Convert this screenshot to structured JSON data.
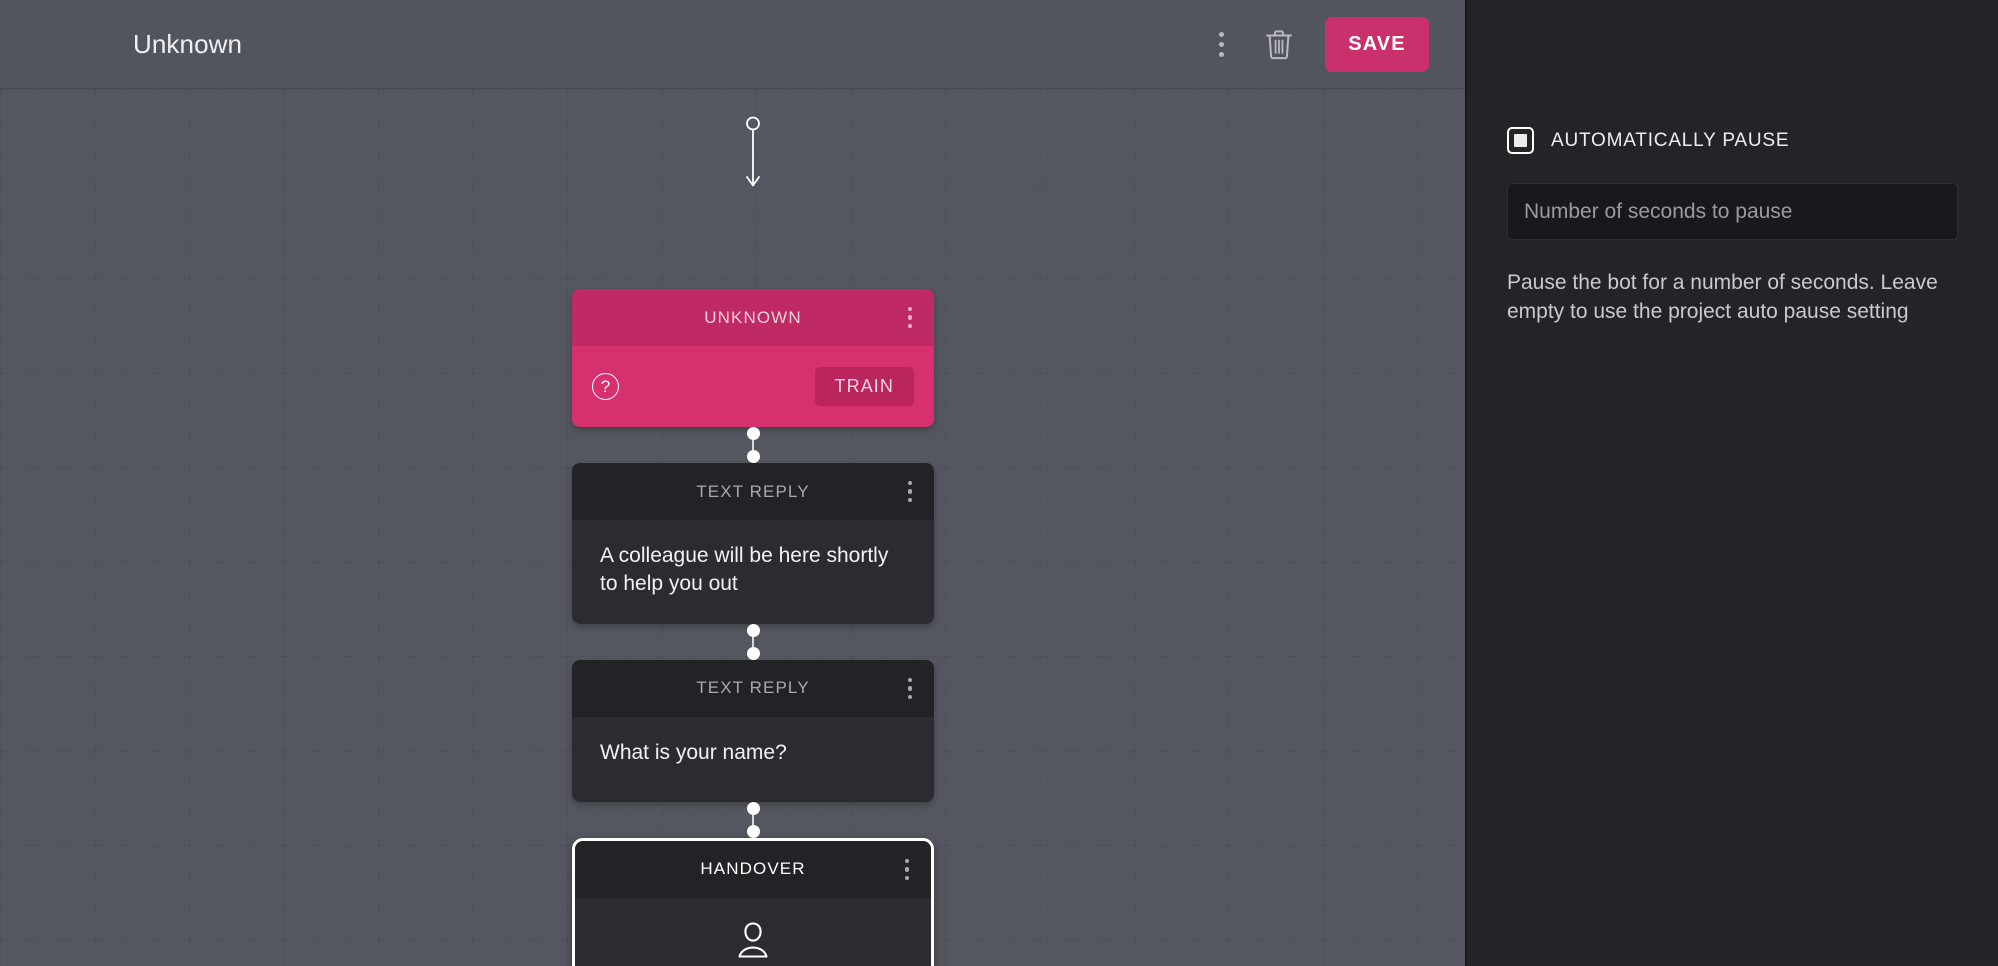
{
  "header": {
    "title": "Unknown",
    "menu_icon": "kebab-menu-icon",
    "delete_icon": "trash-icon",
    "save_label": "SAVE"
  },
  "canvas": {
    "entry_arrow": "flow-entry-arrow"
  },
  "flow": {
    "nodes": [
      {
        "type": "unknown",
        "title": "UNKNOWN",
        "help_glyph": "?",
        "train_label": "TRAIN",
        "selected": false
      },
      {
        "type": "text-reply",
        "title": "TEXT REPLY",
        "text": "A colleague will be here shortly to help you out",
        "selected": false
      },
      {
        "type": "text-reply",
        "title": "TEXT REPLY",
        "text": "What is your name?",
        "selected": false
      },
      {
        "type": "handover",
        "title": "HANDOVER",
        "icon": "person-icon",
        "selected": true
      }
    ]
  },
  "panel": {
    "auto_pause_label": "AUTOMATICALLY PAUSE",
    "auto_pause_checked": true,
    "seconds_value": "",
    "seconds_placeholder": "Number of seconds to pause",
    "description": "Pause the bot for a number of seconds. Leave empty to use the project  auto pause setting"
  },
  "colors": {
    "accent_pink": "#c9306c",
    "node_pink_header": "#bf2a64",
    "node_pink_body": "#d6306f",
    "node_dark_header": "#222227",
    "node_dark_body": "#2b2b31",
    "canvas_bg": "#555760",
    "header_bg": "#53555e",
    "panel_bg": "#232328"
  }
}
